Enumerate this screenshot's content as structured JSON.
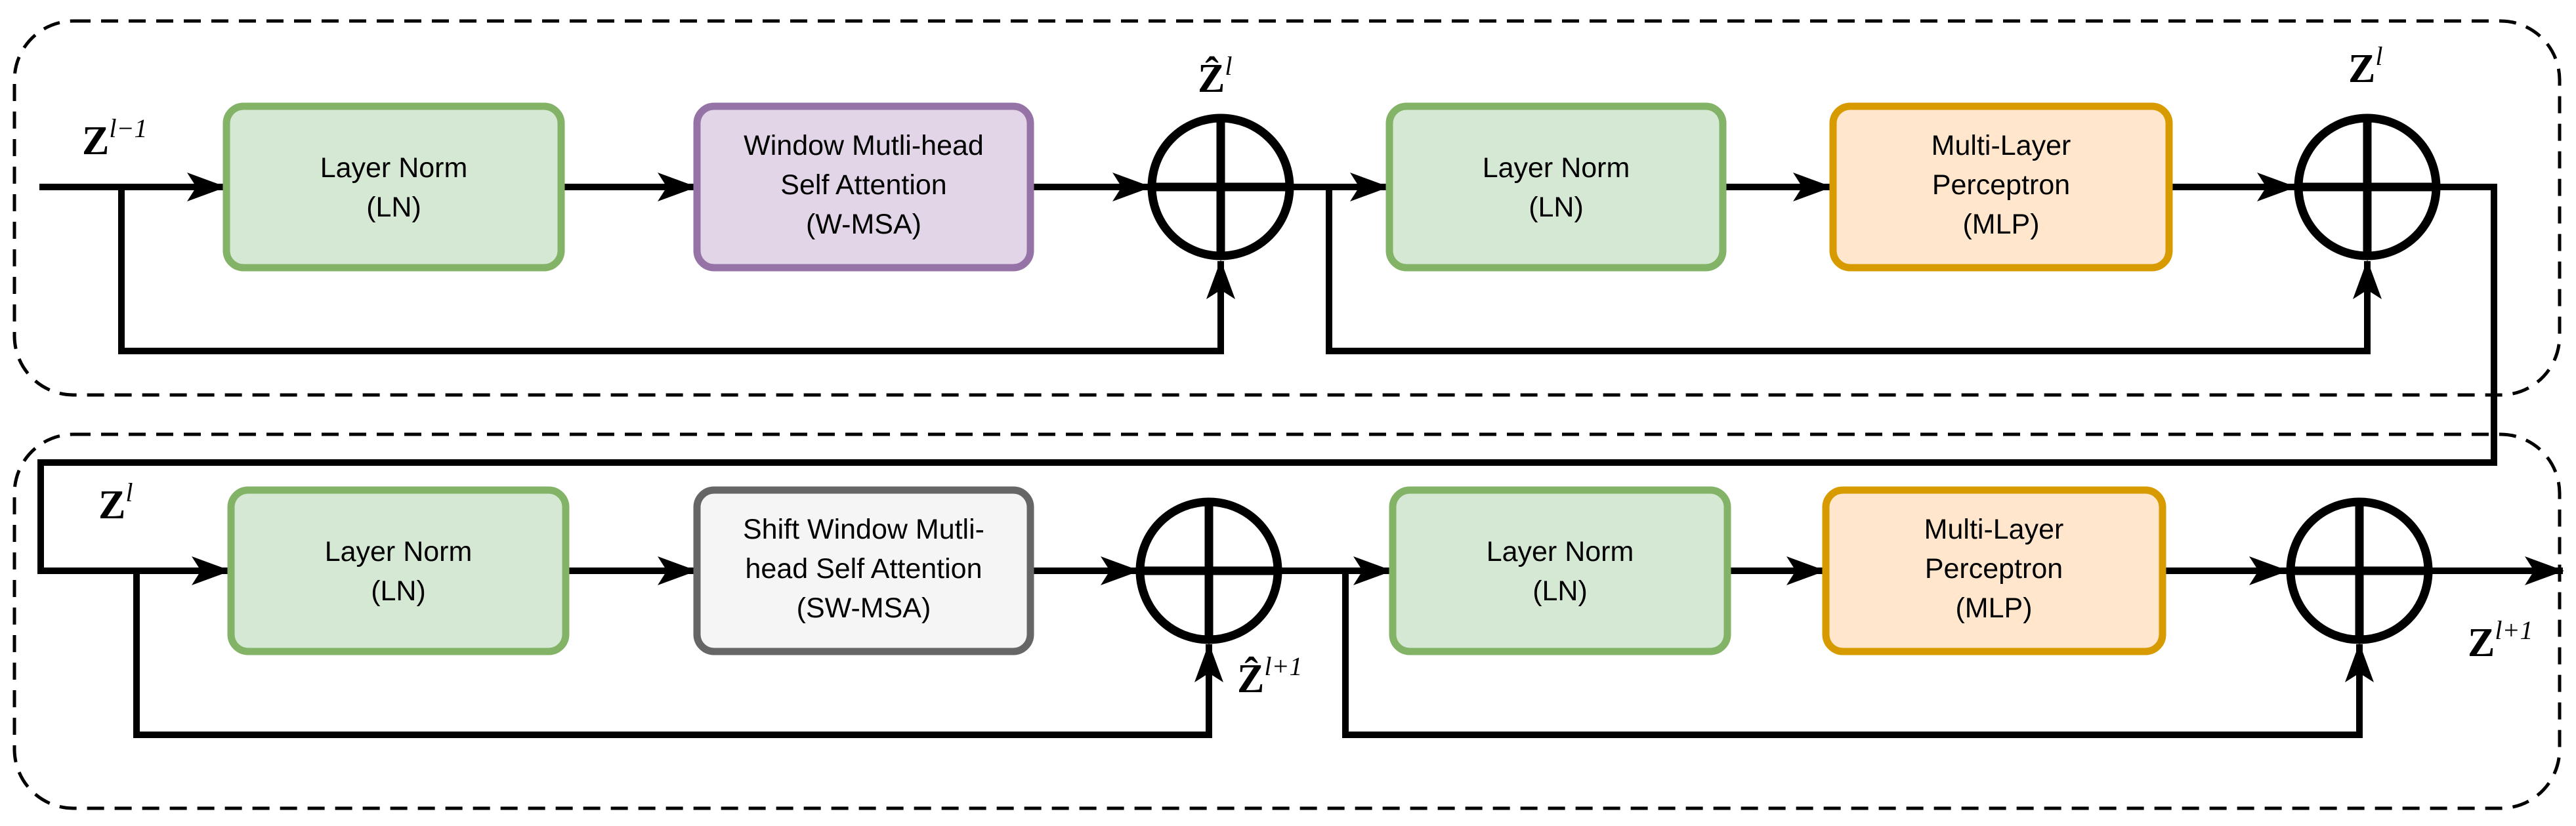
{
  "colors": {
    "ln_fill": "#d5e8d4",
    "ln_stroke": "#82b366",
    "wmsa_fill": "#e1d5e7",
    "wmsa_stroke": "#9673a6",
    "swmsa_fill": "#f5f5f5",
    "swmsa_stroke": "#666666",
    "mlp_fill": "#ffe6cc",
    "mlp_stroke": "#d79b00"
  },
  "top_block": {
    "input_label": {
      "base": "Z",
      "sup": "l−1"
    },
    "ln1": {
      "line1": "Layer Norm",
      "line2": "(LN)"
    },
    "wmsa": {
      "line1": "Window Mutli-head",
      "line2": "Self Attention",
      "line3": "(W-MSA)"
    },
    "mid_label": {
      "base": "Ẑ",
      "sup": "l"
    },
    "ln2": {
      "line1": "Layer Norm",
      "line2": "(LN)"
    },
    "mlp": {
      "line1": "Multi-Layer",
      "line2": "Perceptron",
      "line3": "(MLP)"
    },
    "output_label": {
      "base": "Z",
      "sup": "l"
    }
  },
  "bottom_block": {
    "input_label": {
      "base": "Z",
      "sup": "l"
    },
    "ln1": {
      "line1": "Layer Norm",
      "line2": "(LN)"
    },
    "swmsa": {
      "line1": "Shift Window Mutli-",
      "line2": "head  Self Attention",
      "line3": "(SW-MSA)"
    },
    "mid_label": {
      "base": "Ẑ",
      "sup": "l+1"
    },
    "ln2": {
      "line1": "Layer Norm",
      "line2": "(LN)"
    },
    "mlp": {
      "line1": "Multi-Layer",
      "line2": "Perceptron",
      "line3": "(MLP)"
    },
    "output_label": {
      "base": "Z",
      "sup": "l+1"
    }
  }
}
